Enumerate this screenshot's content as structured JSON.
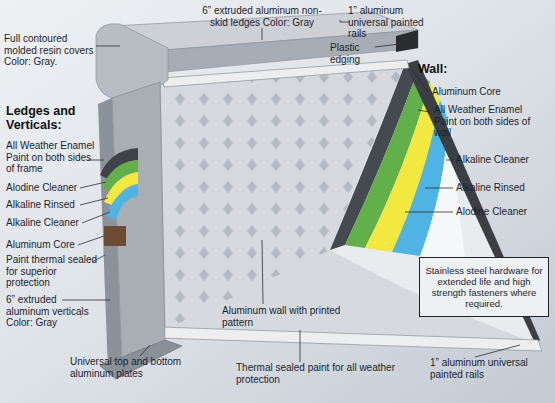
{
  "diagram": {
    "nodes": [
      {
        "text": [
          "Stainless steel hardware for extended life and high strength fasteners where required."
        ]
      }
    ],
    "labels": [
      "Full contoured molded resin covers Color: Gray.",
      "6” extruded aluminum non-skid ledges Color: Gray",
      "1” aluminum universal painted rails",
      "Plastic edging",
      "Wall:",
      "Aluminum Core",
      "All Weather Enamel Paint on both sides of wall",
      "Alkaline Cleaner",
      "Alkaline Rinsed",
      "Alodine Cleaner",
      "Ledges and Verticals:",
      "All Weather Enamel Paint on both sides of frame",
      "Alodine Cleaner",
      "Alkaline Rinsed",
      "Alkaline Cleaner",
      "Aluminum Core",
      "Paint thermal sealed for superior protection",
      "6” extruded aluminum verticals Color: Gray",
      "Aluminum wall with printed pattern",
      "Universal top and bottom aluminum plates",
      "Thermal sealed paint for all weather protection",
      "1” aluminum universal painted rails"
    ]
  }
}
